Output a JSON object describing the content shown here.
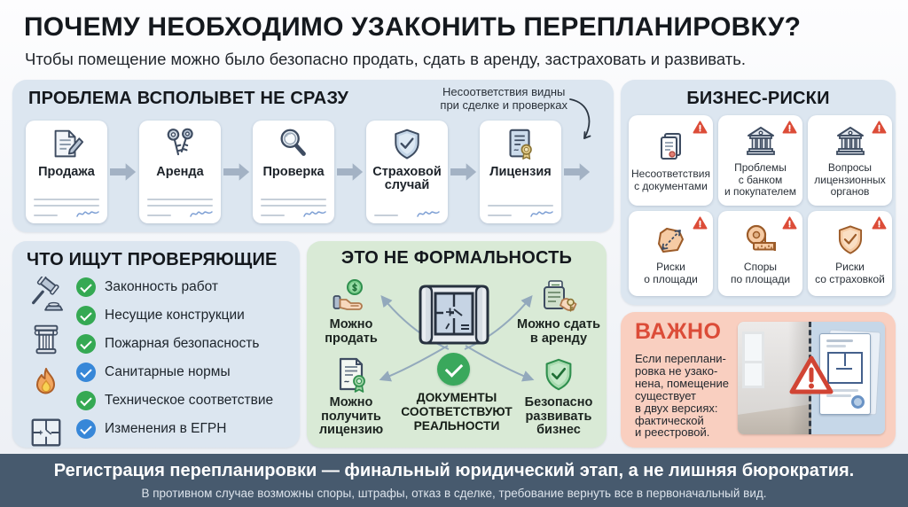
{
  "header": {
    "title": "ПОЧЕМУ НЕОБХОДИМО УЗАКОНИТЬ ПЕРЕПЛАНИРОВКУ?",
    "subtitle": "Чтобы помещение можно было безопасно продать, сдать в аренду, застраховать и развивать."
  },
  "problem": {
    "title": "ПРОБЛЕМА ВСПОЛЫВЕТ НЕ СРАЗУ",
    "note": "Несоответствия видны\nпри сделке и проверках",
    "cards": [
      {
        "label": "Продажа",
        "icon": "document-pen-icon"
      },
      {
        "label": "Аренда",
        "icon": "keys-icon"
      },
      {
        "label": "Проверка",
        "icon": "magnifier-icon"
      },
      {
        "label": "Страховой\nслучай",
        "icon": "shield-check-icon"
      },
      {
        "label": "Лицензия",
        "icon": "certificate-icon"
      }
    ]
  },
  "risks": {
    "title": "БИЗНЕС-РИСКИ",
    "badge_icon": "warning-triangle-icon",
    "cards": [
      {
        "label": "Несоответствия\nс документами",
        "icon": "documents-icon"
      },
      {
        "label": "Проблемы\nс банком\nи покупателем",
        "icon": "bank-icon"
      },
      {
        "label": "Вопросы\nлицензионных\nорганов",
        "icon": "bank-icon"
      },
      {
        "label": "Риски\nо площади",
        "icon": "area-measure-icon"
      },
      {
        "label": "Споры\nпо площади",
        "icon": "tape-measure-icon"
      },
      {
        "label": "Риски\nсо страховкой",
        "icon": "shield-warning-icon"
      }
    ]
  },
  "inspectors": {
    "title": "ЧТО ИЩУТ ПРОВЕРЯЮЩИЕ",
    "side_icons": [
      "gavel-icon",
      "column-icon",
      "flame-icon",
      "floor-plan-icon"
    ],
    "items": [
      {
        "label": "Законность работ",
        "check": "green"
      },
      {
        "label": "Несущие конструкции",
        "check": "green"
      },
      {
        "label": "Пожарная безопасность",
        "check": "green"
      },
      {
        "label": "Санитарные нормы",
        "check": "blue"
      },
      {
        "label": "Техническое соответствие",
        "check": "green"
      },
      {
        "label": "Изменения в ЕГРН",
        "check": "blue"
      }
    ]
  },
  "formality": {
    "title": "ЭТО НЕ ФОРМАЛЬНОСТЬ",
    "center_icon": "blueprint-icon",
    "caption": "ДОКУМЕНТЫ\nСООТВЕТСТВУЮТ\nРЕАЛЬНОСТИ",
    "benefits": [
      {
        "label": "Можно\nпродать",
        "icon": "hand-coin-icon"
      },
      {
        "label": "Можно сдать\nв аренду",
        "icon": "hand-key-icon"
      },
      {
        "label": "Можно\nполучить\nлицензию",
        "icon": "license-rosette-icon"
      },
      {
        "label": "Безопасно\nразвивать\nбизнес",
        "icon": "shield-green-icon"
      }
    ]
  },
  "important": {
    "title": "ВАЖНО",
    "text": "Если переплани-\nровка не узако-\nнена, помещение\nсуществует\nв двух версиях:\nфактической\nи реестровой."
  },
  "footer": {
    "title": "Регистрация перепланировки — финальный юридический этап, а не лишняя бюрократия.",
    "subtitle": "В противном случае возможны споры, штрафы, отказ в сделке, требование вернуть все в первоначальный вид."
  },
  "colors": {
    "panel_blue": "#dce6f0",
    "panel_green": "#d9ead6",
    "panel_salmon": "#f9cfc0",
    "footer_bar": "#475a6e",
    "alert_red": "#dc4c38",
    "important_title_red": "#dc4c38",
    "check_green": "#35a953",
    "check_blue": "#3787d8",
    "flow_arrow": "#a3b2c4"
  }
}
